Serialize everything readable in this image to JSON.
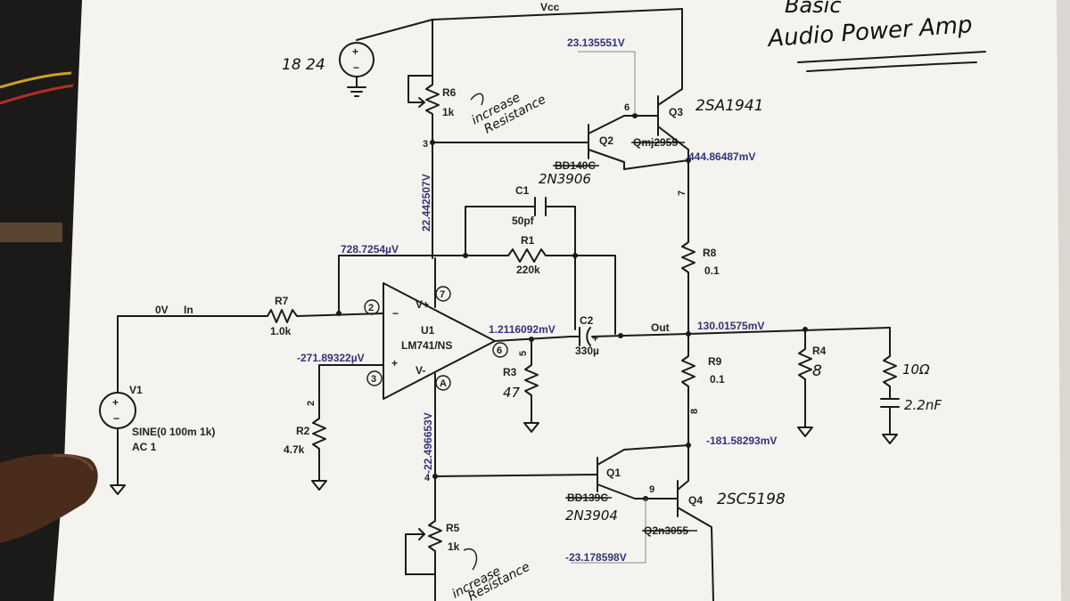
{
  "title": {
    "line1": "Basic",
    "line2": "Audio Power Amp"
  },
  "rails": {
    "vcc": "Vcc",
    "vcc_supply": "18 24"
  },
  "sources": {
    "V1": {
      "name": "V1",
      "spec": "SINE(0 100m 1k)",
      "ac": "AC 1"
    }
  },
  "components": {
    "U1": {
      "name": "U1",
      "part": "LM741/NS",
      "vplus": "V+",
      "vminus": "V-"
    },
    "R1": {
      "name": "R1",
      "value": "220k"
    },
    "R2": {
      "name": "R2",
      "value": "4.7k"
    },
    "R3": {
      "name": "R3",
      "value": "47"
    },
    "R4": {
      "name": "R4",
      "value": "8"
    },
    "R5": {
      "name": "R5",
      "value": "1k"
    },
    "R6": {
      "name": "R6",
      "value": "1k"
    },
    "R7": {
      "name": "R7",
      "value": "1.0k"
    },
    "R8": {
      "name": "R8",
      "value": "0.1"
    },
    "R9": {
      "name": "R9",
      "value": "0.1"
    },
    "C1": {
      "name": "C1",
      "value": "50pf"
    },
    "C2": {
      "name": "C2",
      "value": "330µ"
    },
    "Q1": {
      "name": "Q1",
      "struck": "BD139C",
      "hand": "2N3904"
    },
    "Q2": {
      "name": "Q2",
      "struck": "BD140C",
      "hand": "2N3906"
    },
    "Q3": {
      "name": "Q3",
      "struck": "Qmj2955",
      "hand": "2SA1941"
    },
    "Q4": {
      "name": "Q4",
      "struck": "Q2n3055",
      "hand": "2SC5198"
    },
    "zobel": {
      "r": "10Ω",
      "c": "2.2nF"
    }
  },
  "voltages": {
    "q3_base": "23.135551V",
    "q3_emitter": "444.86487mV",
    "vertical_top": "22.442507V",
    "inv_input": "728.7254µV",
    "noninv_input": "-271.89322µV",
    "opamp_out": "1.2116092mV",
    "out": "130.01575mV",
    "q4_emitter": "-181.58293mV",
    "vertical_bottom": "-22.496653V",
    "q4_base": "-23.178598V"
  },
  "nets": {
    "in": "In",
    "out": "Out",
    "zero": "0V",
    "n2": "2",
    "n3": "3",
    "n4": "4",
    "n5": "5",
    "n6": "6",
    "n7": "7",
    "n8": "8",
    "n9": "9",
    "pin2": "2",
    "pin3": "3",
    "pin4": "A",
    "pin6": "6",
    "pin7": "7"
  },
  "notes": {
    "increase_top_1": "increase",
    "increase_top_2": "Resistance",
    "increase_bottom_1": "increase",
    "increase_bottom_2": "Resistance"
  }
}
